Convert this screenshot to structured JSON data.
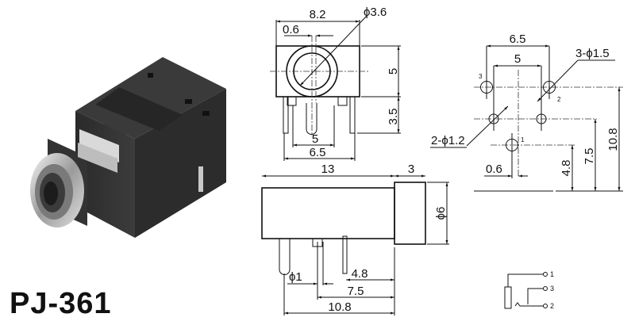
{
  "title": "PJ-361",
  "front_view": {
    "width": "8.2",
    "hole_dia": "ϕ3.6",
    "offset": "0.6",
    "body_height": "5",
    "pin_length": "3.5",
    "pin_spacing_inner": "5",
    "pin_spacing_outer": "6.5"
  },
  "side_view": {
    "body_length": "13",
    "nose_length": "3",
    "nose_dia": "ϕ6",
    "pin_dia": "ϕ1",
    "pin_pos_1": "4.8",
    "pin_pos_2": "7.5",
    "pin_pos_3": "10.8"
  },
  "footprint": {
    "span_outer": "6.5",
    "span_inner": "5",
    "pin_holes": "3-ϕ1.5",
    "peg_holes": "2-ϕ1.2",
    "offset": "0.6",
    "row_1": "4.8",
    "row_2": "7.5",
    "row_3": "10.8",
    "pin_labels": [
      "1",
      "2",
      "3"
    ]
  },
  "schematic": {
    "terminals": [
      "1",
      "3",
      "2"
    ]
  }
}
